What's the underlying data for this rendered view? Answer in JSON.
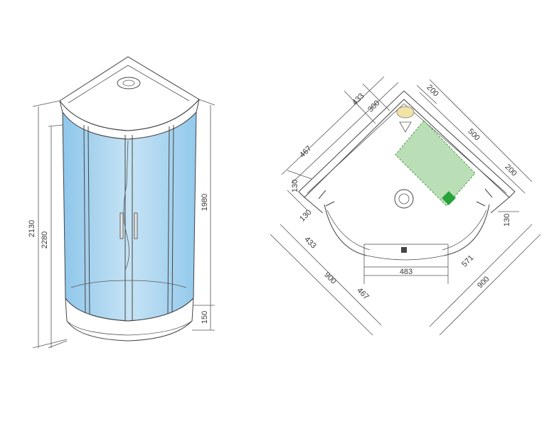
{
  "colors": {
    "glass": "#a8d4ee",
    "glass_light": "#cfe8f7",
    "seat": "#a9d7a4",
    "seat_edge": "#4d9d4a",
    "logo": "#27a33a",
    "lamp": "#f2e3a6",
    "line": "#444444"
  },
  "elevation": {
    "dims": {
      "total_height": "2130",
      "inner_height": "2280",
      "cabin_height": "1980",
      "tray_height": "150"
    }
  },
  "plan": {
    "dims": {
      "top_left_433": "433",
      "top_left_300": "300",
      "top_right_200": "200",
      "right_500": "500",
      "right_200": "200",
      "left_467": "467",
      "left_130_top": "130",
      "left_130_bottom": "130",
      "right_130": "130",
      "bottom_left_433": "433",
      "bottom_left_900": "900",
      "bottom_left_467": "467",
      "door_483": "483",
      "bottom_right_571": "571",
      "bottom_right_900": "900"
    }
  }
}
